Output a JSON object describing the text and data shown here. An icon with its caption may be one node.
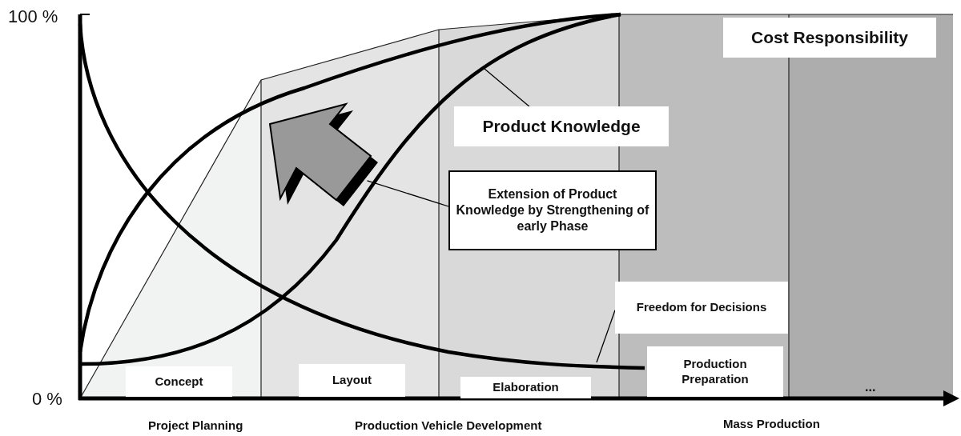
{
  "diagram": {
    "nodes": [
      {
        "text": [
          "Cost Responsibility"
        ]
      },
      {
        "text": [
          "Product Knowledge"
        ]
      },
      {
        "text": [
          "Extension of Product Knowledge by Strengthening of early Phase"
        ]
      },
      {
        "text": [],
        "shape": "arrow"
      },
      {
        "text": [
          "Freedom for Decisions"
        ]
      },
      {
        "text": [
          "Concept"
        ]
      },
      {
        "text": [
          "Layout"
        ]
      },
      {
        "text": [
          "Elaboration"
        ]
      },
      {
        "text": [
          "Production Preparation"
        ]
      }
    ],
    "edges": [
      {
        "from": 1,
        "to": null,
        "arrow": "none"
      },
      {
        "from": 2,
        "to": 3,
        "arrow": "none"
      },
      {
        "from": 4,
        "to": null,
        "arrow": "none"
      }
    ],
    "labels": [
      "100 %",
      "0 %",
      "...",
      "Project Planning",
      "Production Vehicle Development",
      "Mass Production"
    ]
  }
}
